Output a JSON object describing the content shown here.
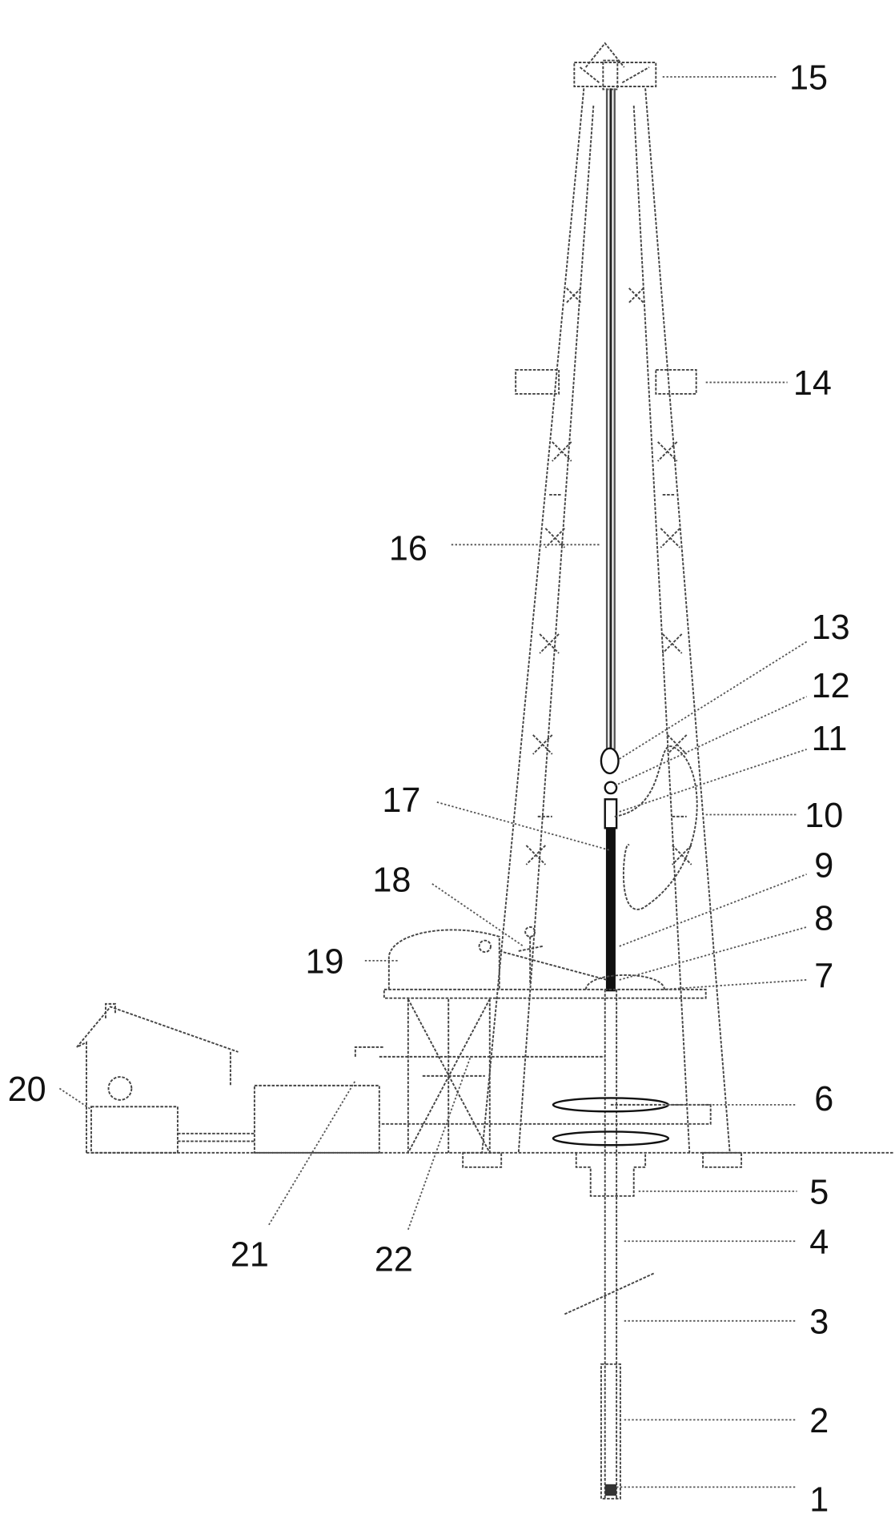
{
  "figure": {
    "labels": {
      "l1": "1",
      "l2": "2",
      "l3": "3",
      "l4": "4",
      "l5": "5",
      "l6": "6",
      "l7": "7",
      "l8": "8",
      "l9": "9",
      "l10": "10",
      "l11": "11",
      "l12": "12",
      "l13": "13",
      "l14": "14",
      "l15": "15",
      "l16": "16",
      "l17": "17",
      "l18": "18",
      "l19": "19",
      "l20": "20",
      "l21": "21",
      "l22": "22"
    }
  }
}
